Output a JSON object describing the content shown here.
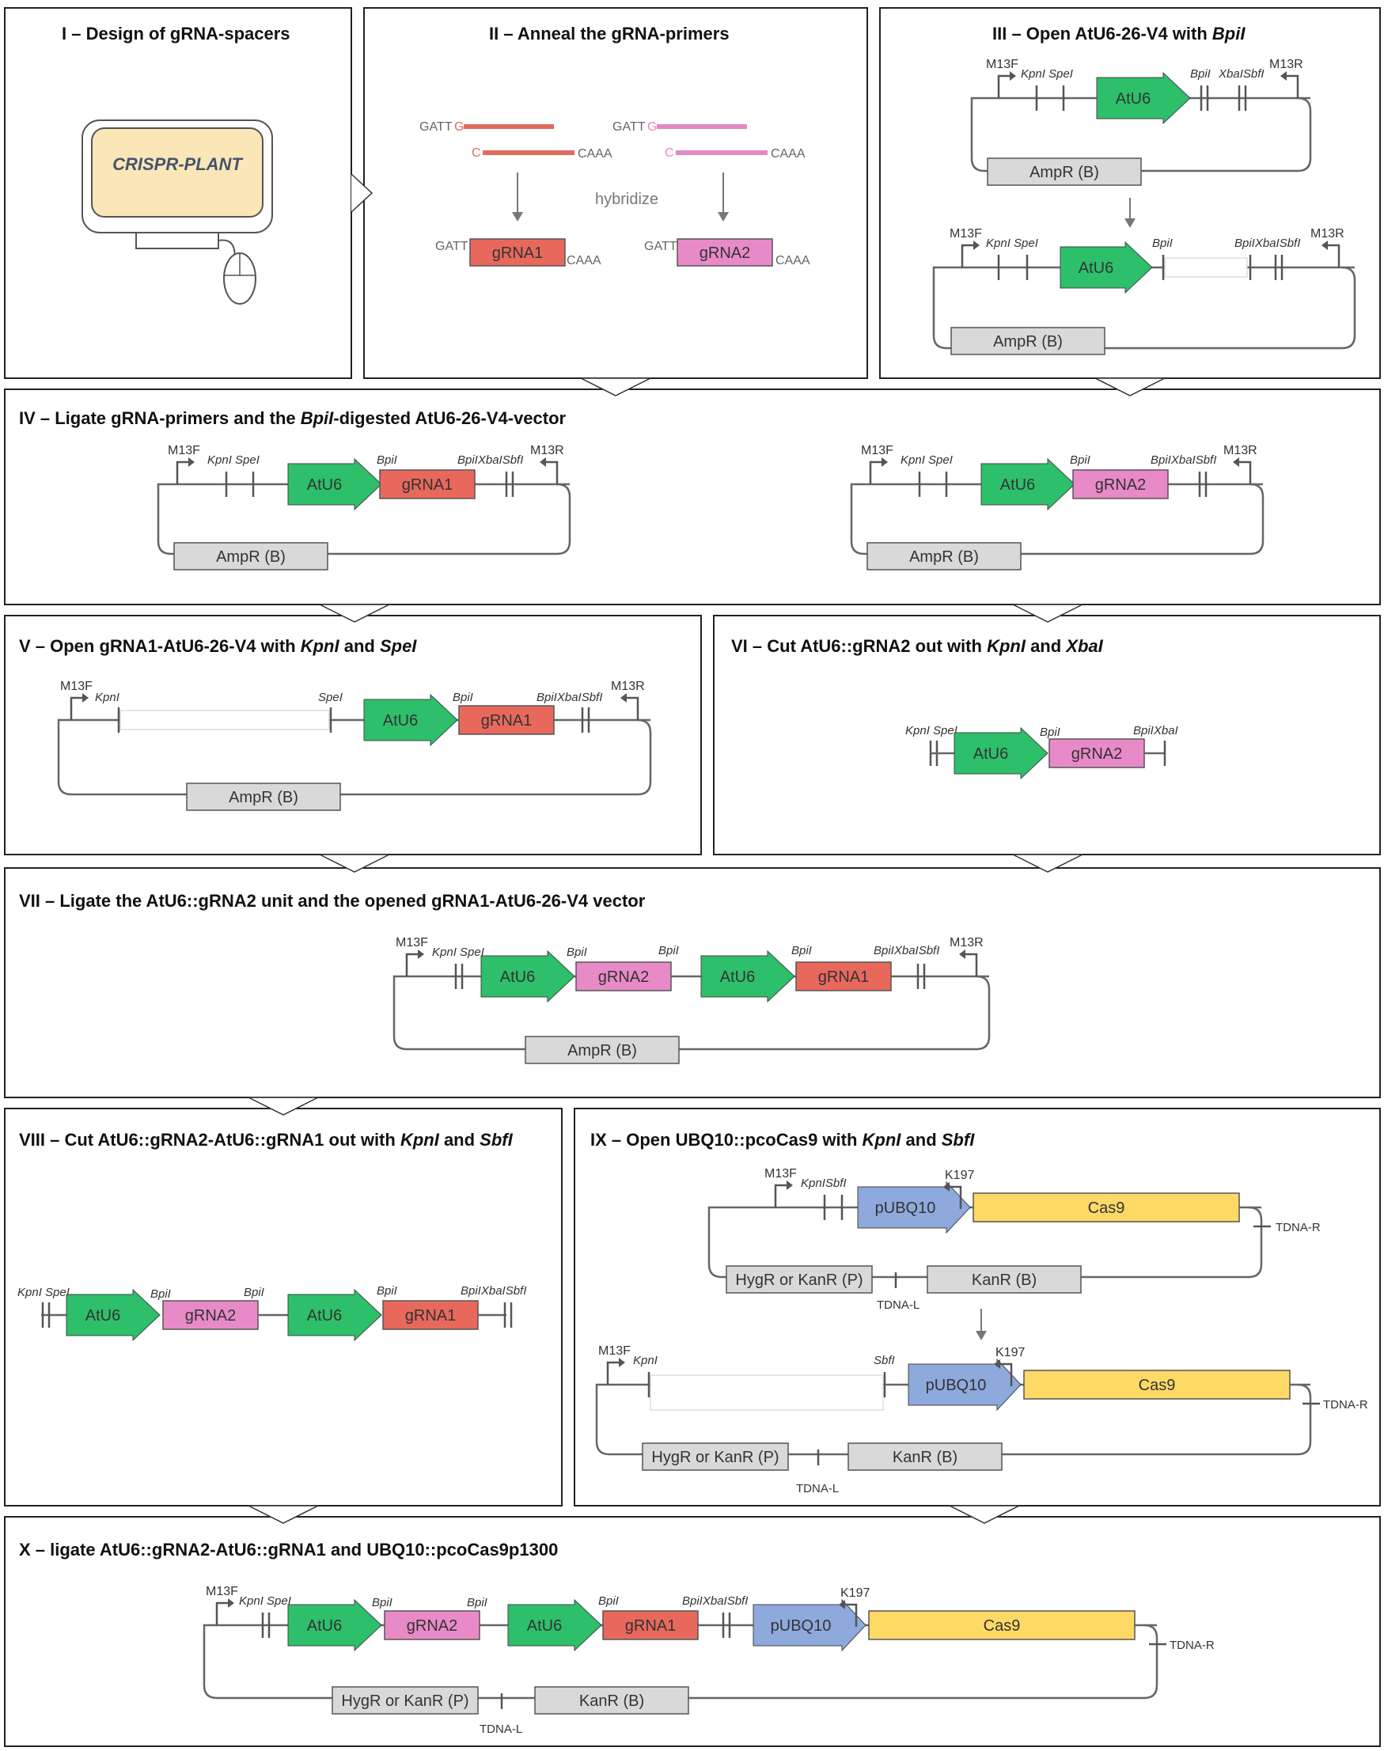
{
  "colors": {
    "border": "#222222",
    "backbone": "#666666",
    "atu6": "#2dbf6a",
    "grna1": "#e8695c",
    "grna2": "#e98ac8",
    "pubq10": "#8ea9db",
    "cas9": "#ffd966",
    "resistance": "#d9d9d9",
    "screen": "#fbe6b8",
    "primer1": "#e06b5e",
    "primer2": "#e28ac6"
  },
  "panels": [
    {
      "id": "I",
      "title": "I – Design of gRNA-spacers"
    },
    {
      "id": "II",
      "title": "II – Anneal the gRNA-primers"
    },
    {
      "id": "III",
      "title": "III – Open AtU6-26-V4 with ",
      "title_italic": "BpiI"
    },
    {
      "id": "IV",
      "title": "IV – Ligate gRNA-primers and the ",
      "title_italic": "BpiI",
      "title_tail": "-digested AtU6-26-V4-vector"
    },
    {
      "id": "V",
      "title": "V – Open gRNA1-AtU6-26-V4 with ",
      "title_italic": "KpnI",
      "title_mid": " and ",
      "title_italic2": "SpeI"
    },
    {
      "id": "VI",
      "title": "VI – Cut AtU6::gRNA2 out with ",
      "title_italic": "KpnI",
      "title_mid": " and ",
      "title_italic2": "XbaI"
    },
    {
      "id": "VII",
      "title": "VII – Ligate the AtU6::gRNA2 unit and the opened gRNA1-AtU6-26-V4 vector"
    },
    {
      "id": "VIII",
      "title": "VIII – Cut AtU6::gRNA2-AtU6::gRNA1 out with ",
      "title_italic": "KpnI",
      "title_mid": " and ",
      "title_italic2": "SbfI"
    },
    {
      "id": "IX",
      "title": "IX – Open UBQ10::pcoCas9 with ",
      "title_italic": "KpnI",
      "title_mid": " and ",
      "title_italic2": "SbfI"
    },
    {
      "id": "X",
      "title": "X – ligate AtU6::gRNA2-AtU6::gRNA1 and UBQ10::pcoCas9p1300"
    }
  ],
  "software": "CRISPR-PLANT",
  "primers": {
    "overhang_top": "GATT",
    "overhang_g": "G",
    "overhang_c": "C",
    "overhang_bottom": "CAAA",
    "hybridize": "hybridize",
    "grna1": "gRNA1",
    "grna2": "gRNA2"
  },
  "labels": {
    "m13f": "M13F",
    "m13r": "M13R",
    "kpni": "KpnI",
    "spei": "SpeI",
    "bpii": "BpiI",
    "xbai": "XbaI",
    "sbfi": "SbfI",
    "xbai_sbfi": "XbaISbfI",
    "bpii_xbai_sbfi": "BpiIXbaISbfI",
    "bpii_xbai": "BpiIXbaI",
    "kpni_spei": "KpnI SpeI",
    "kpni_sbfi": "KpnISbfI",
    "atu6": "AtU6",
    "grna1": "gRNA1",
    "grna2": "gRNA2",
    "ampr": "AmpR (B)",
    "pubq10": "pUBQ10",
    "cas9": "Cas9",
    "k197": "K197",
    "hygr": "HygR or KanR (P)",
    "kanr": "KanR (B)",
    "tdna_r": "TDNA-R",
    "tdna_l": "TDNA-L"
  }
}
